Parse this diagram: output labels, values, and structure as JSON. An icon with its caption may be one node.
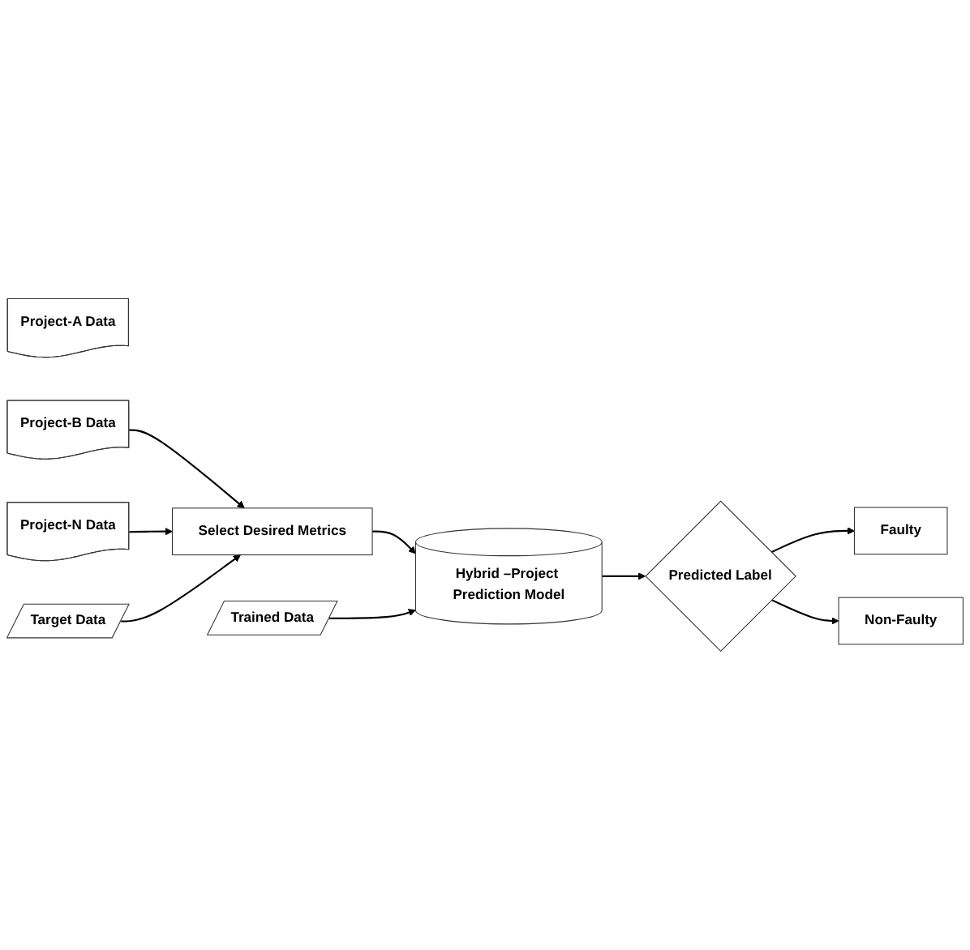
{
  "diagram": {
    "nodes": [
      {
        "text": [
          "Project-A Data"
        ]
      },
      {
        "text": [
          "Project-B Data"
        ]
      },
      {
        "text": [
          "Project-N Data"
        ]
      },
      {
        "text": [
          "Target Data"
        ]
      },
      {
        "text": [
          "Select Desired Metrics"
        ]
      },
      {
        "text": [
          "Trained Data"
        ]
      },
      {
        "text": [
          "Hybrid –Project Prediction Model"
        ]
      },
      {
        "text": [
          "Predicted Label"
        ]
      },
      {
        "text": [
          "Faulty"
        ]
      },
      {
        "text": [
          "Non-Faulty"
        ]
      }
    ],
    "edges": [
      {
        "from": 1,
        "to": 4,
        "arrow": "to"
      },
      {
        "from": 2,
        "to": 4,
        "arrow": "to"
      },
      {
        "from": 3,
        "to": 4,
        "arrow": "to"
      },
      {
        "from": 4,
        "to": 6,
        "arrow": "to"
      },
      {
        "from": 5,
        "to": 6,
        "arrow": "to"
      },
      {
        "from": 6,
        "to": 7,
        "arrow": "to"
      },
      {
        "from": 7,
        "to": 8,
        "arrow": "to"
      },
      {
        "from": 7,
        "to": 9,
        "arrow": "to"
      }
    ]
  }
}
